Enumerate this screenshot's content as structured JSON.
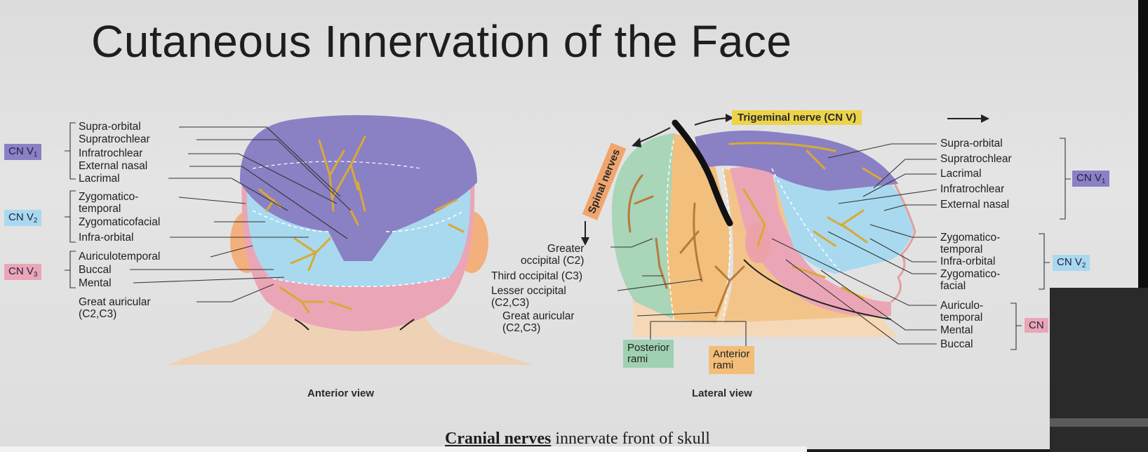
{
  "title": "Cutaneous Innervation of the Face",
  "anterior": {
    "view_label": "Anterior view",
    "labels": {
      "supra_orbital": "Supra-orbital",
      "supratrochlear": "Supratrochlear",
      "infratrochlear": "Infratrochlear",
      "external_nasal": "External nasal",
      "lacrimal": "Lacrimal",
      "zygomaticotemporal_1": "Zygomatico-",
      "zygomaticotemporal_2": "temporal",
      "zygomaticofacial": "Zygomaticofacial",
      "infra_orbital": "Infra-orbital",
      "auriculotemporal": "Auriculotemporal",
      "buccal": "Buccal",
      "mental": "Mental",
      "great_auricular_1": "Great auricular",
      "great_auricular_2": "(C2,C3)"
    }
  },
  "lateral": {
    "view_label": "Lateral view",
    "trigeminal": "Trigeminal nerve (CN V)",
    "spinal": "Spinal nerves",
    "labels": {
      "supra_orbital": "Supra-orbital",
      "supratrochlear": "Supratrochlear",
      "lacrimal": "Lacrimal",
      "infratrochlear": "Infratrochlear",
      "external_nasal": "External nasal",
      "zygomaticotemporal_1": "Zygomatico-",
      "zygomaticotemporal_2": "temporal",
      "infra_orbital": "Infra-orbital",
      "zygomaticofacial_1": "Zygomatico-",
      "zygomaticofacial_2": "facial",
      "auriculotemporal_1": "Auriculo-",
      "auriculotemporal_2": "temporal",
      "mental": "Mental",
      "buccal": "Buccal",
      "greater_occipital_1": "Greater",
      "greater_occipital_2": "occipital (C2)",
      "third_occipital": "Third occipital (C3)",
      "lesser_occipital_1": "Lesser occipital",
      "lesser_occipital_2": "(C2,C3)",
      "great_auricular_1": "Great auricular",
      "great_auricular_2": "(C2,C3)",
      "posterior_rami_1": "Posterior",
      "posterior_rami_2": "rami",
      "anterior_rami_1": "Anterior",
      "anterior_rami_2": "rami"
    }
  },
  "cn": {
    "prefix": "CN V",
    "v1": "1",
    "v2": "2",
    "v3": "3",
    "partial": "CN"
  },
  "caption": {
    "underlined": "Cranial nerves",
    "rest": " innervate front of skull"
  },
  "colors": {
    "v1": "#8a80c4",
    "v2": "#a9d9ef",
    "v3": "#eaa6b6",
    "trigeminal": "#ecd34a",
    "spinal": "#f0a56e",
    "nerve": "#d9a935"
  }
}
